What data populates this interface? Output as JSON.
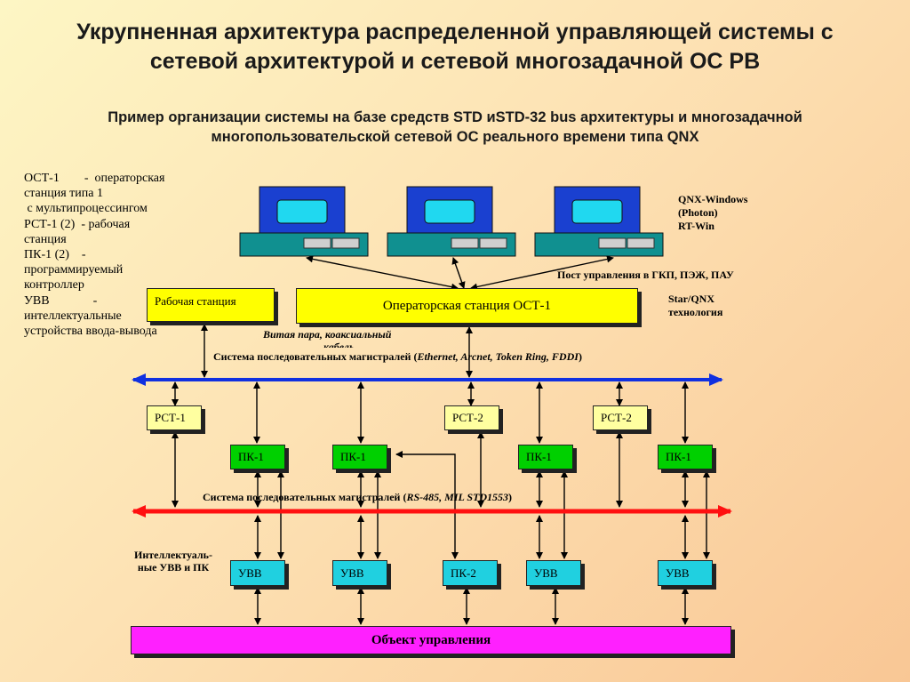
{
  "title": "Укрупненная архитектура распределенной управляющей системы с сетевой архитектурой и сетевой многозадачной ОС РВ",
  "subtitle": "Пример организации системы на базе средств STD иSTD-32 bus архитектуры и многозадачной многопользовательской сетевой ОС реального  времени  типа QNX",
  "legend": [
    "ОСТ-1        -  операторская",
    "станция типа 1",
    " с мультипроцессингом",
    "РСТ-1 (2)  - рабочая",
    "станция",
    "ПК-1 (2)    -",
    "программируемый",
    "контроллер",
    "УВВ              -",
    "интеллектуальные",
    "устройства ввода-вывода"
  ],
  "labels": {
    "qnx_windows": "QNX-Windows",
    "photon": "(Photon)",
    "rtwin": "RT-Win",
    "post": "Пост управления в ГКП, ПЭЖ, ПАУ",
    "star": "Star/QNX",
    "tech": "технология",
    "cable1": "Витая  пара, коаксиальный",
    "cable2": "кабель",
    "bus1": "Система последовательных магистралей (Ethernet, Arcnet, Token Ring, FDDI)",
    "bus2": "Система последовательных магистралей (RS-485, MIL STD1553)",
    "intel1": "Интеллектуаль-",
    "intel2": "ные УВВ и ПК"
  },
  "boxes": {
    "ws": "Рабочая станция",
    "ost": "Операторская станция ОСТ-1",
    "rst1": "РСТ-1",
    "rst2a": "РСТ-2",
    "rst2b": "РСТ-2",
    "pk1a": "ПК-1",
    "pk1b": "ПК-1",
    "pk1c": "ПК-1",
    "pk1d": "ПК-1",
    "uvv1": "УВВ",
    "uvv2": "УВВ",
    "pk2": "ПК-2",
    "uvv3": "УВВ",
    "uvv4": "УВВ",
    "obj": "Объект управления"
  },
  "colors": {
    "bus_top": "#1030e0",
    "bus_bottom": "#ff1010",
    "monitor": "#1a40d0",
    "screen": "#20d8f0",
    "base": "#109090"
  }
}
